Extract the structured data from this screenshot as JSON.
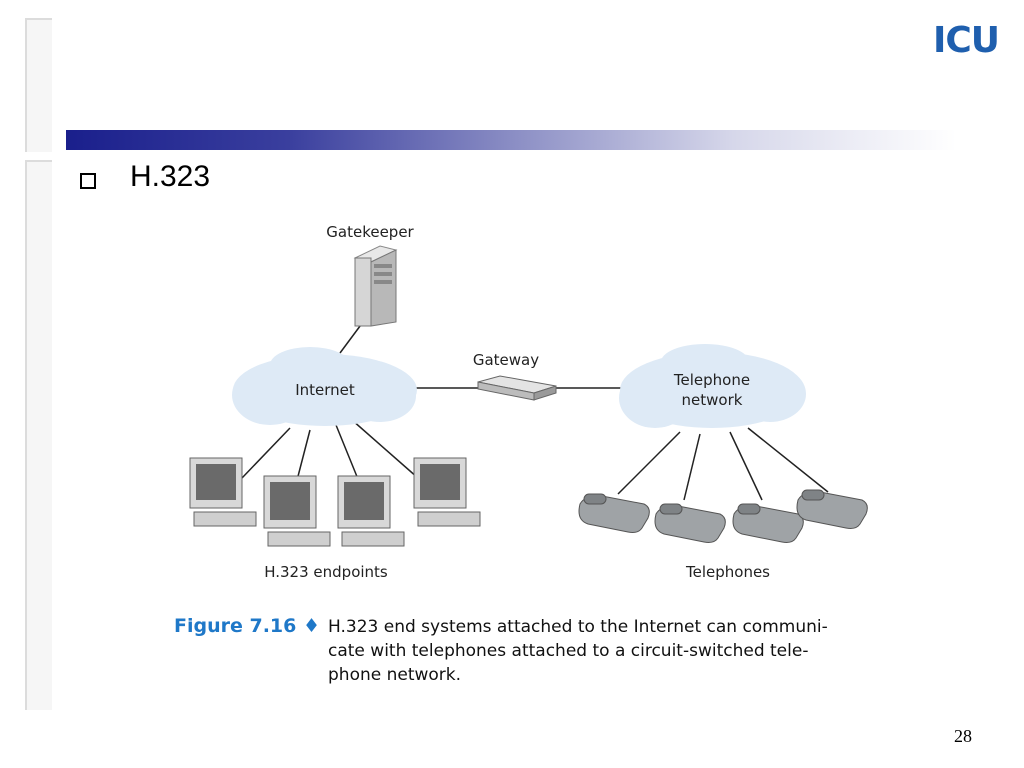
{
  "slide": {
    "logo": "ICU",
    "bullet_title": "H.323",
    "page_number": "28"
  },
  "figure": {
    "gatekeeper_label": "Gatekeeper",
    "gateway_label": "Gateway",
    "internet_label": "Internet",
    "telephone_network_label_line1": "Telephone",
    "telephone_network_label_line2": "network",
    "endpoints_label": "H.323 endpoints",
    "telephones_label": "Telephones",
    "caption_label": "Figure 7.16 ♦",
    "caption_lines": [
      "H.323 end systems attached to the Internet can communi-",
      "cate with telephones attached to a circuit-switched tele-",
      "phone network."
    ]
  },
  "colors": {
    "accent": "#1f5fae",
    "cloud": "#deeaf6",
    "band_dark": "#1a1f8c",
    "caption_blue": "#1f78c8"
  }
}
